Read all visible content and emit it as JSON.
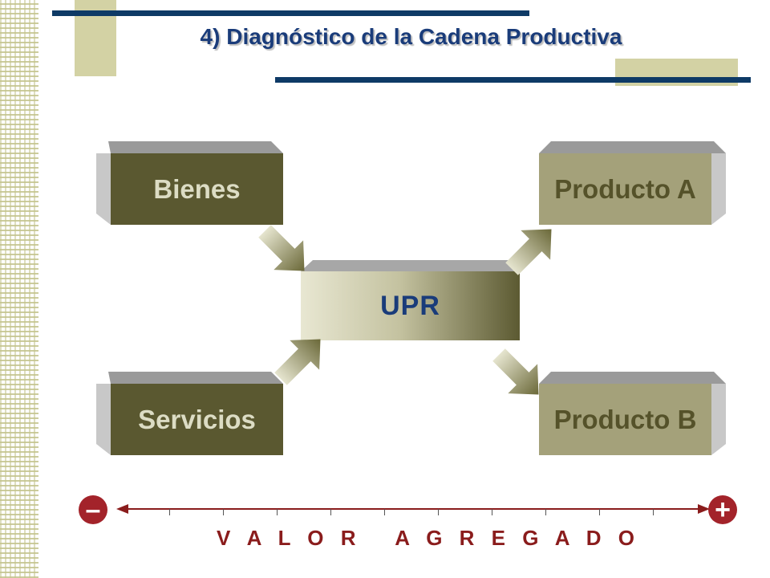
{
  "title": "4) Diagnóstico de la Cadena Productiva",
  "nodes": {
    "bienes": "Bienes",
    "servicios": "Servicios",
    "upr": "UPR",
    "producto_a": "Producto A",
    "producto_b": "Producto B"
  },
  "scale": {
    "minus": "–",
    "plus": "+",
    "label": "V A L O R   A G R E G A D O"
  },
  "colors": {
    "title": "#1a3c7a",
    "dark_box": "#5a5830",
    "light_box": "#a4a17a",
    "scale": "#8a1c1c",
    "sign_circle": "#a3232a"
  }
}
